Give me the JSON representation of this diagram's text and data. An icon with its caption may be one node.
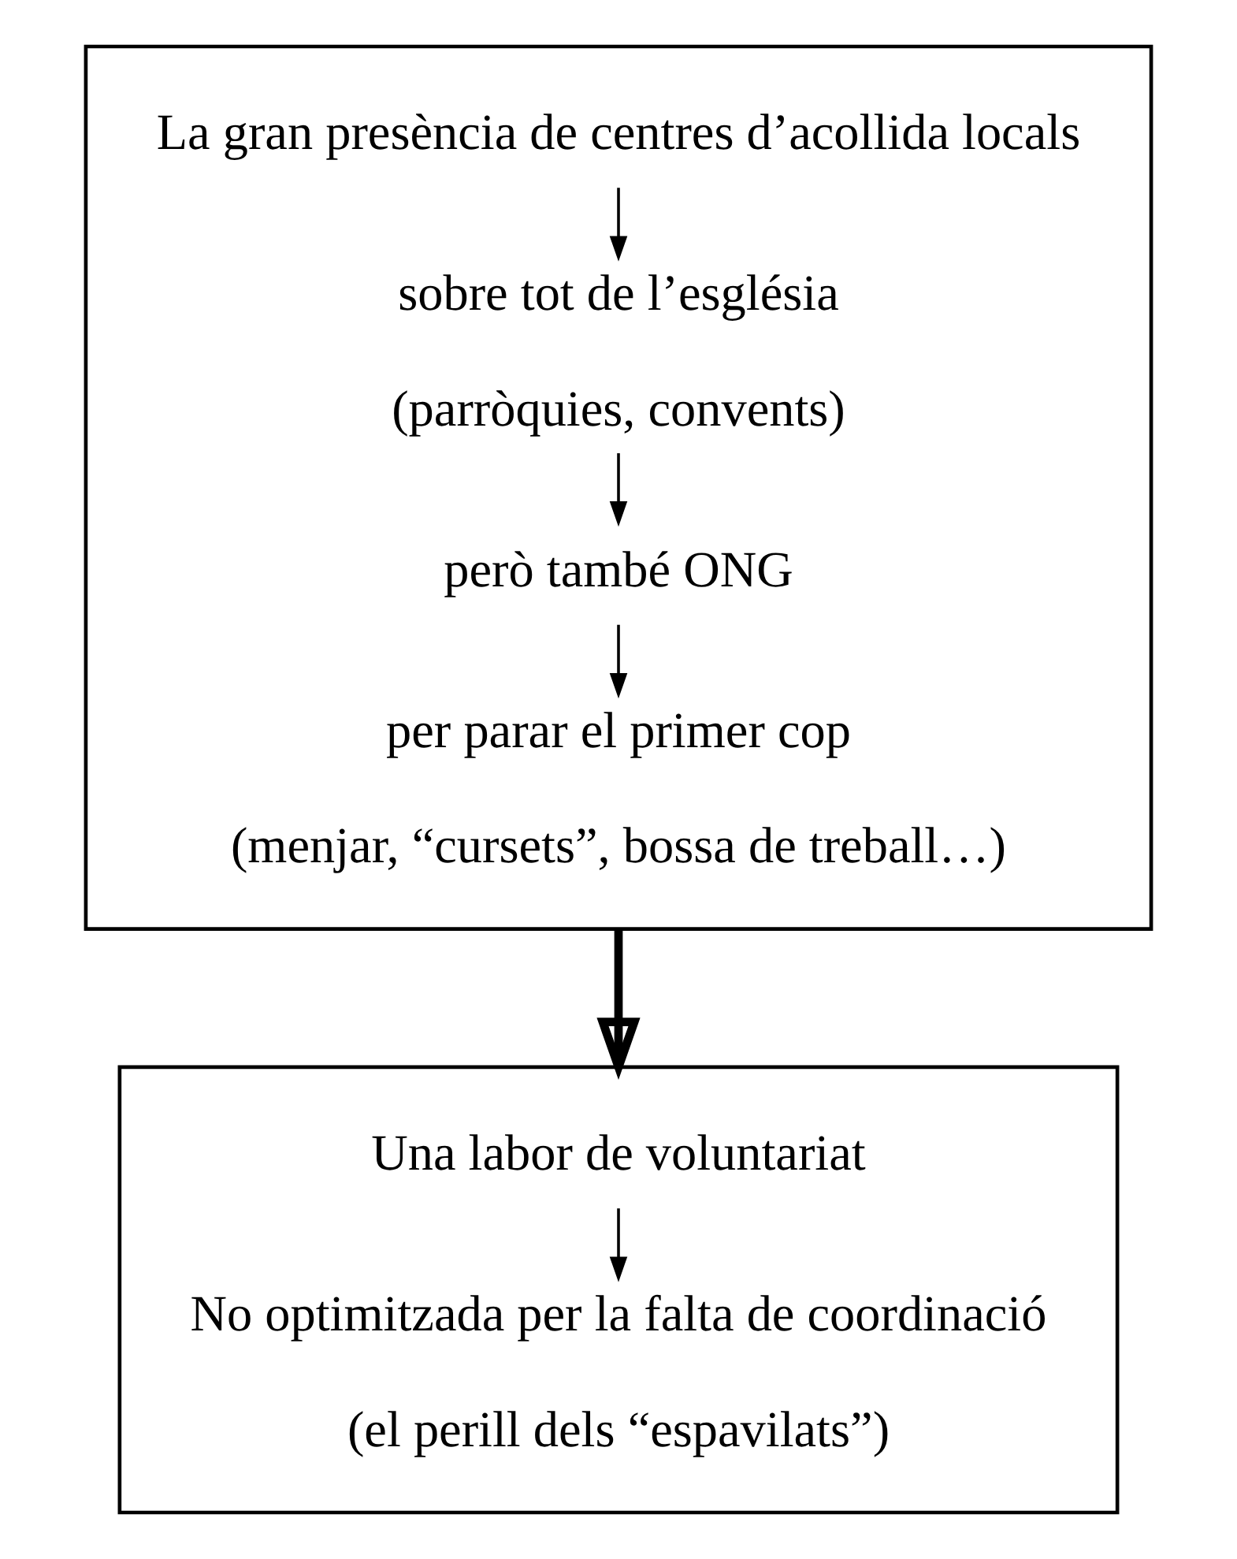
{
  "diagram": {
    "nodes": [
      {
        "text": [],
        "shape": "box"
      },
      {
        "text": [
          "La gran presència de centres d’acollida locals"
        ],
        "in": 0
      },
      {
        "text": [
          "sobre tot de l’església",
          "(parròquies, convents)"
        ],
        "in": 0
      },
      {
        "text": [
          "però també ONG"
        ],
        "in": 0
      },
      {
        "text": [
          "per parar el primer cop",
          "(menjar, “cursets”, bossa de treball…)"
        ],
        "in": 0
      },
      {
        "text": [],
        "shape": "box"
      },
      {
        "text": [
          "Una labor de voluntariat"
        ],
        "in": 5
      },
      {
        "text": [
          "No optimitzada per la falta de coordinació",
          "(el perill dels “espavilats”)"
        ],
        "in": 5
      }
    ],
    "edges": [
      {
        "from": 1,
        "to": 2,
        "arrow": "to"
      },
      {
        "from": 2,
        "to": 3,
        "arrow": "to"
      },
      {
        "from": 3,
        "to": 4,
        "arrow": "to"
      },
      {
        "from": 0,
        "to": 5,
        "arrow": "to",
        "style": "thick"
      },
      {
        "from": 6,
        "to": 7,
        "arrow": "to"
      }
    ]
  }
}
